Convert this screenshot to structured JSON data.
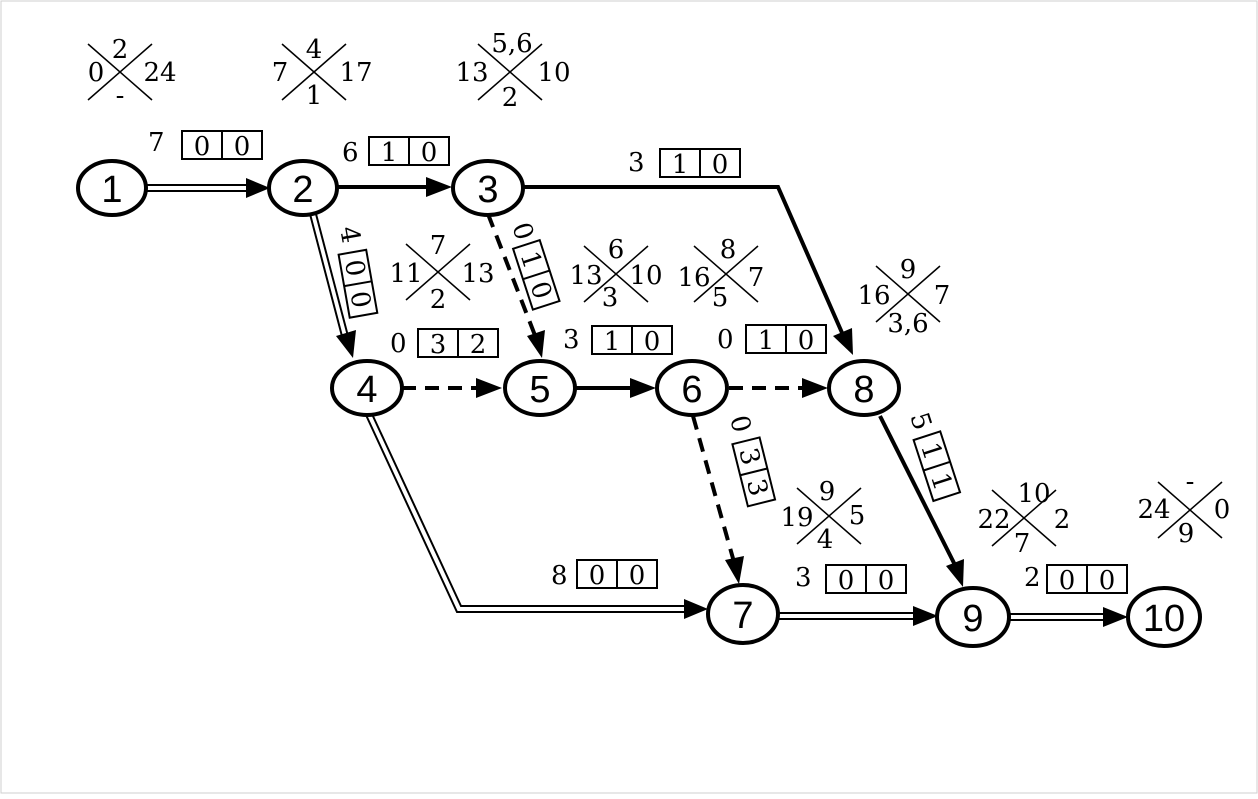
{
  "nodes": [
    {
      "id": "1",
      "label": "1"
    },
    {
      "id": "2",
      "label": "2"
    },
    {
      "id": "3",
      "label": "3"
    },
    {
      "id": "4",
      "label": "4"
    },
    {
      "id": "5",
      "label": "5"
    },
    {
      "id": "6",
      "label": "6"
    },
    {
      "id": "7",
      "label": "7"
    },
    {
      "id": "8",
      "label": "8"
    },
    {
      "id": "9",
      "label": "9"
    },
    {
      "id": "10",
      "label": "10"
    }
  ],
  "edges": [
    {
      "from": "1",
      "to": "2",
      "style": "double",
      "duration": "7",
      "box": [
        "0",
        "0"
      ]
    },
    {
      "from": "2",
      "to": "3",
      "style": "thick",
      "duration": "6",
      "box": [
        "1",
        "0"
      ]
    },
    {
      "from": "3",
      "to": "8",
      "style": "thick",
      "duration": "3",
      "box": [
        "1",
        "0"
      ]
    },
    {
      "from": "2",
      "to": "4",
      "style": "double",
      "duration": "4",
      "box": [
        "0",
        "0"
      ]
    },
    {
      "from": "3",
      "to": "5",
      "style": "dashed",
      "duration": "0",
      "box": [
        "1",
        "0"
      ]
    },
    {
      "from": "4",
      "to": "5",
      "style": "dashed",
      "duration": "0",
      "box": [
        "3",
        "2"
      ]
    },
    {
      "from": "5",
      "to": "6",
      "style": "thick",
      "duration": "3",
      "box": [
        "1",
        "0"
      ]
    },
    {
      "from": "6",
      "to": "8",
      "style": "dashed",
      "duration": "0",
      "box": [
        "1",
        "0"
      ]
    },
    {
      "from": "6",
      "to": "7",
      "style": "dashed",
      "duration": "0",
      "box": [
        "3",
        "3"
      ]
    },
    {
      "from": "8",
      "to": "9",
      "style": "thick",
      "duration": "5",
      "box": [
        "1",
        "1"
      ]
    },
    {
      "from": "4",
      "to": "7",
      "style": "double",
      "duration": "8",
      "box": [
        "0",
        "0"
      ]
    },
    {
      "from": "7",
      "to": "9",
      "style": "double",
      "duration": "3",
      "box": [
        "0",
        "0"
      ]
    },
    {
      "from": "9",
      "to": "10",
      "style": "double",
      "duration": "2",
      "box": [
        "0",
        "0"
      ]
    }
  ],
  "node_params": [
    {
      "node": "1",
      "top": "2",
      "left": "0",
      "right": "24",
      "bottom": "-"
    },
    {
      "node": "2",
      "top": "4",
      "left": "7",
      "right": "17",
      "bottom": "1"
    },
    {
      "node": "3",
      "top": "5,6",
      "left": "13",
      "right": "10",
      "bottom": "2"
    },
    {
      "node": "4",
      "top": "7",
      "left": "11",
      "right": "13",
      "bottom": "2"
    },
    {
      "node": "5",
      "top": "6",
      "left": "13",
      "right": "10",
      "bottom": "3"
    },
    {
      "node": "6",
      "top": "8",
      "left": "16",
      "right": "7",
      "bottom": "5"
    },
    {
      "node": "8",
      "top": "9",
      "left": "16",
      "right": "7",
      "bottom": "3,6"
    },
    {
      "node": "7",
      "top": "9",
      "left": "19",
      "right": "5",
      "bottom": "4"
    },
    {
      "node": "9",
      "top": "10",
      "left": "22",
      "right": "2",
      "bottom": "7"
    },
    {
      "node": "10",
      "top": "-",
      "left": "24",
      "right": "0",
      "bottom": "9"
    }
  ]
}
